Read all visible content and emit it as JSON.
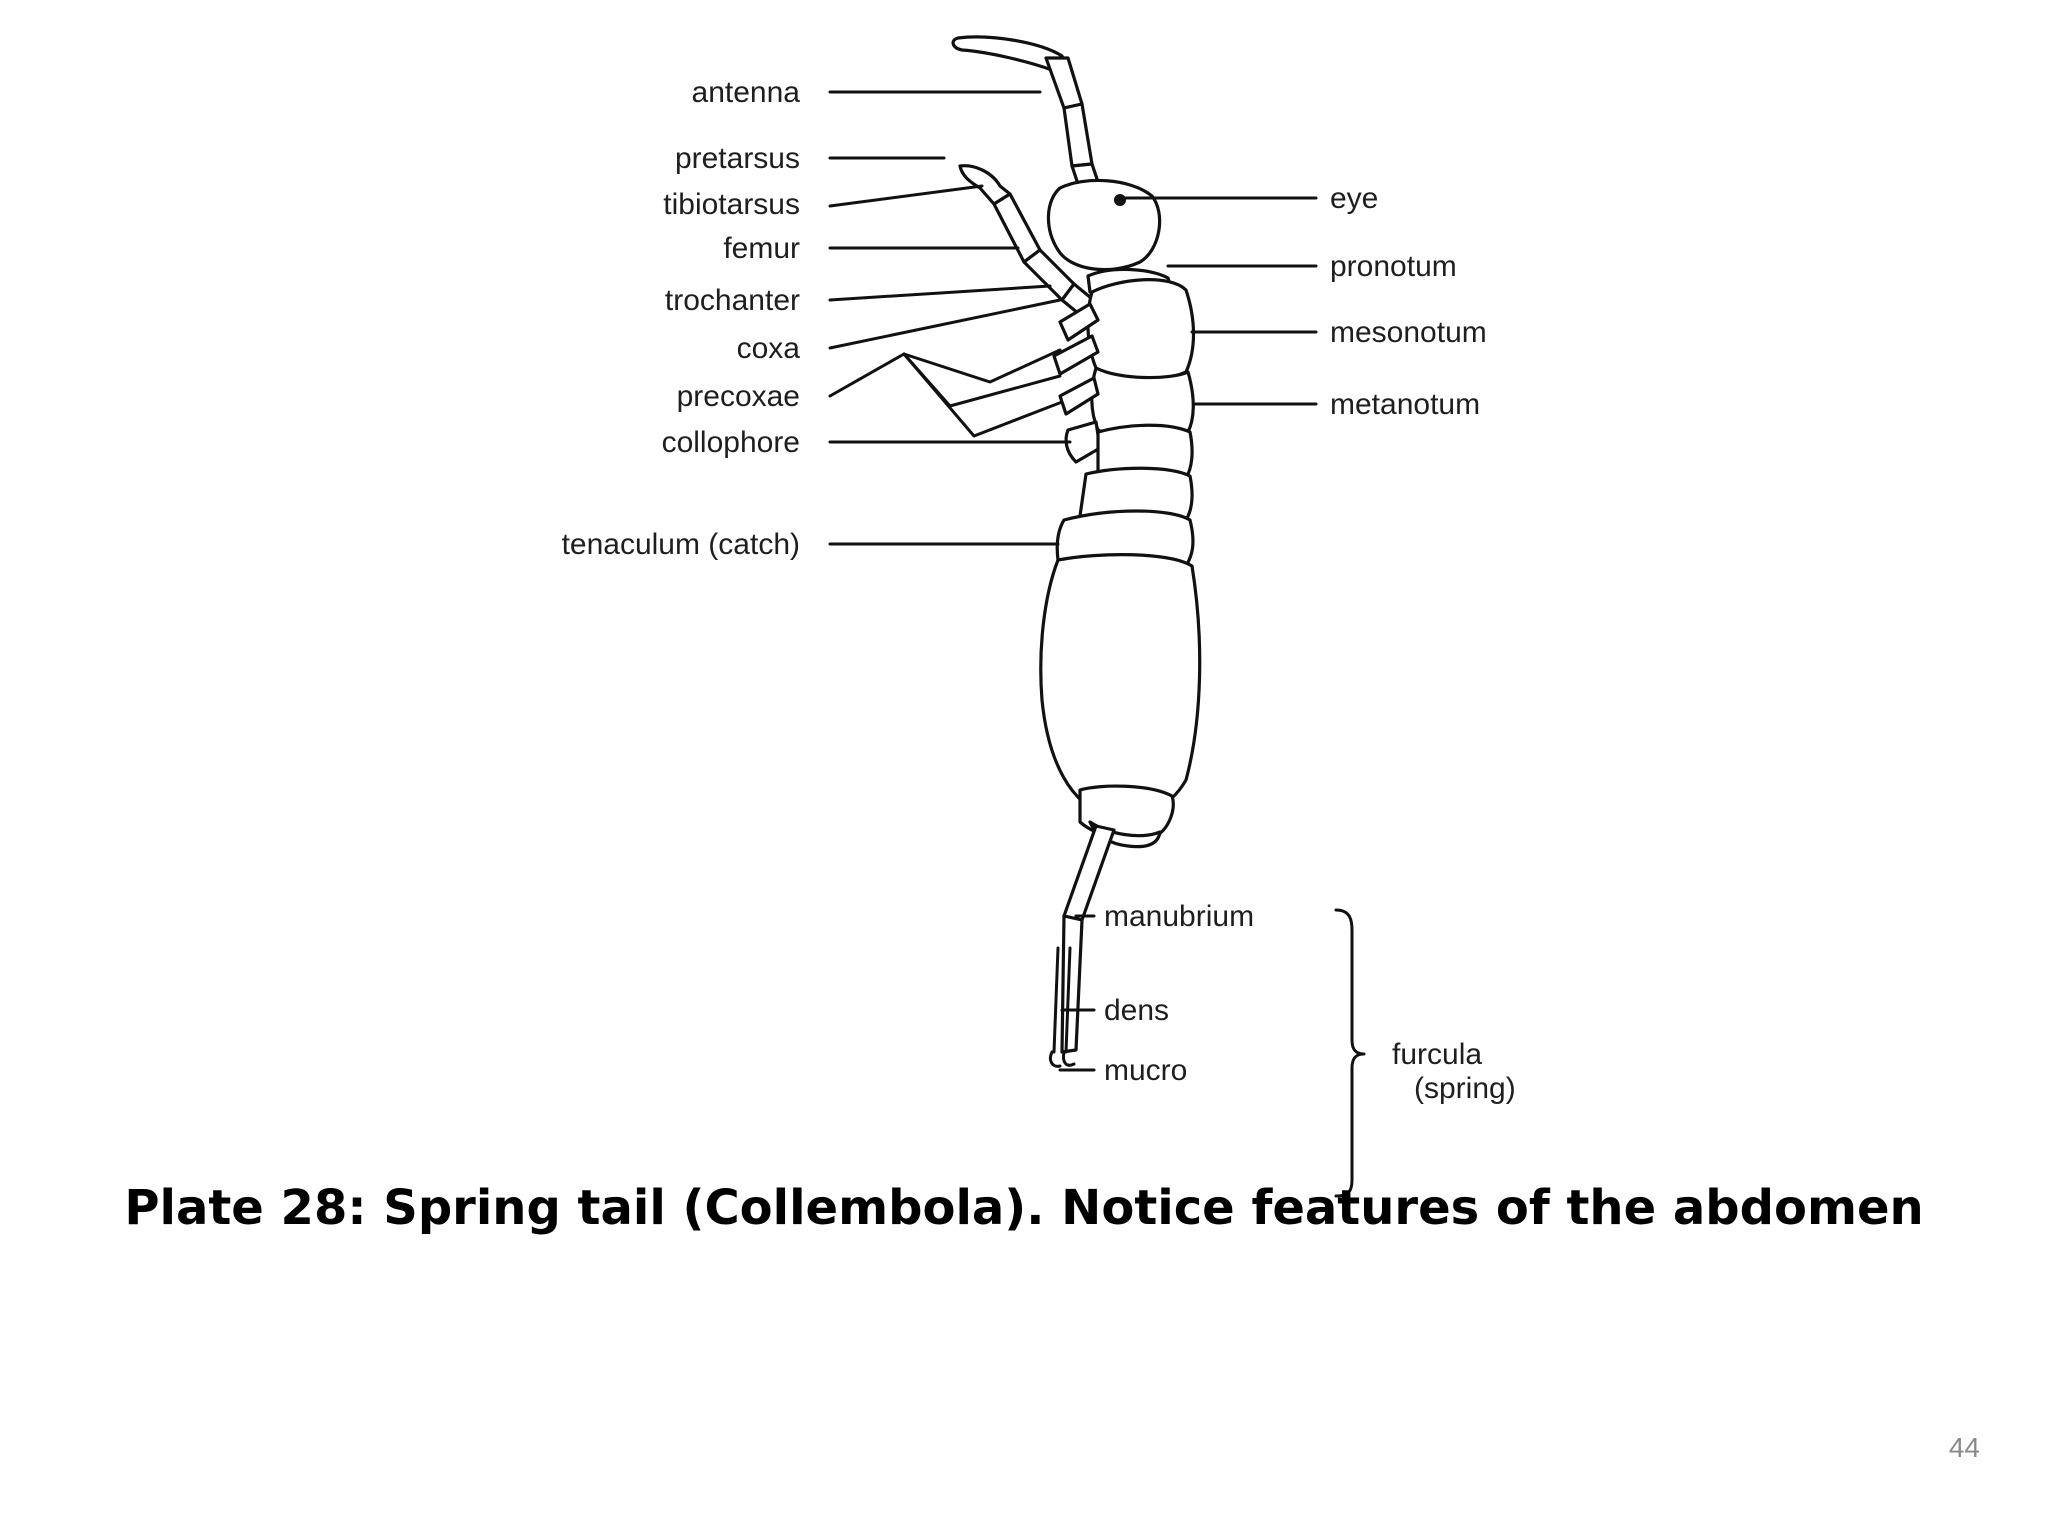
{
  "labels": {
    "antenna": "antenna",
    "pretarsus": "pretarsus",
    "tibiotarsus": "tibiotarsus",
    "femur": "femur",
    "trochanter": "trochanter",
    "coxa": "coxa",
    "precoxae": "precoxae",
    "collophore": "collophore",
    "tenaculum": "tenaculum (catch)",
    "eye": "eye",
    "pronotum": "pronotum",
    "mesonotum": "mesonotum",
    "metanotum": "metanotum",
    "manubrium": "manubrium",
    "dens": "dens",
    "mucro": "mucro",
    "furcula_line1": "furcula",
    "furcula_line2": "(spring)"
  },
  "caption": "Plate 28: Spring tail (Collembola). Notice features of the abdomen",
  "page_number": "44"
}
